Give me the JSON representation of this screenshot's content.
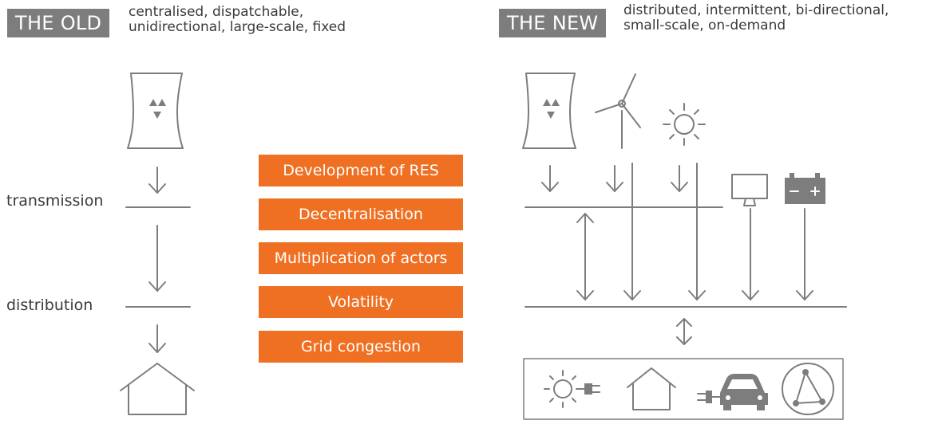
{
  "old": {
    "tag": "THE OLD",
    "description": "centralised, dispatchable,\nunidirectional, large-scale, fixed",
    "levels": {
      "transmission": "transmission",
      "distribution": "distribution"
    }
  },
  "new": {
    "tag": "THE NEW",
    "description": "distributed, intermittent, bi-directional,\nsmall-scale, on-demand"
  },
  "drivers": [
    "Development of RES",
    "Decentralisation",
    "Multiplication of actors",
    "Volatility",
    "Grid congestion"
  ],
  "icons": {
    "old_source": "nuclear-plant-icon",
    "old_consumer": "house-icon",
    "new_sources": [
      "nuclear-plant-icon",
      "wind-turbine-icon",
      "sun-icon",
      "computer-monitor-icon",
      "battery-icon"
    ],
    "new_consumers": [
      "solar-plug-icon",
      "house-icon",
      "electric-car-icon",
      "network-icon"
    ]
  },
  "colors": {
    "accent": "#f07023",
    "line": "#7d7d7d",
    "tag_bg": "#7d7d7d"
  }
}
